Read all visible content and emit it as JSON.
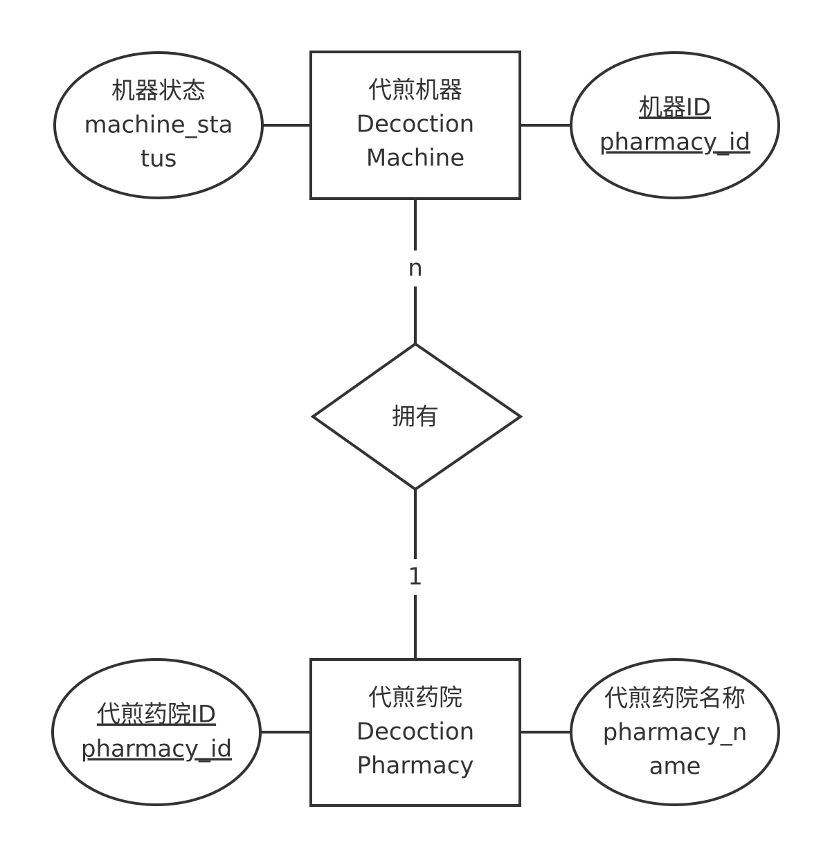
{
  "entities": {
    "machine": {
      "lines": [
        "代煎机器",
        "Decoction",
        "Machine"
      ]
    },
    "pharmacy": {
      "lines": [
        "代煎药院",
        "Decoction",
        "Pharmacy"
      ]
    }
  },
  "relationship": {
    "label": "拥有",
    "card_top": "n",
    "card_bottom": "1"
  },
  "attributes": {
    "machine_status": {
      "lines": [
        "机器状态",
        "machine_sta",
        "tus"
      ],
      "is_key": false
    },
    "machine_id": {
      "lines": [
        "机器ID",
        "pharmacy_id"
      ],
      "is_key": true
    },
    "pharmacy_id": {
      "lines": [
        "代煎药院ID",
        "pharmacy_id"
      ],
      "is_key": true
    },
    "pharmacy_name": {
      "lines": [
        "代煎药院名称",
        "pharmacy_n",
        "ame"
      ],
      "is_key": false
    }
  }
}
